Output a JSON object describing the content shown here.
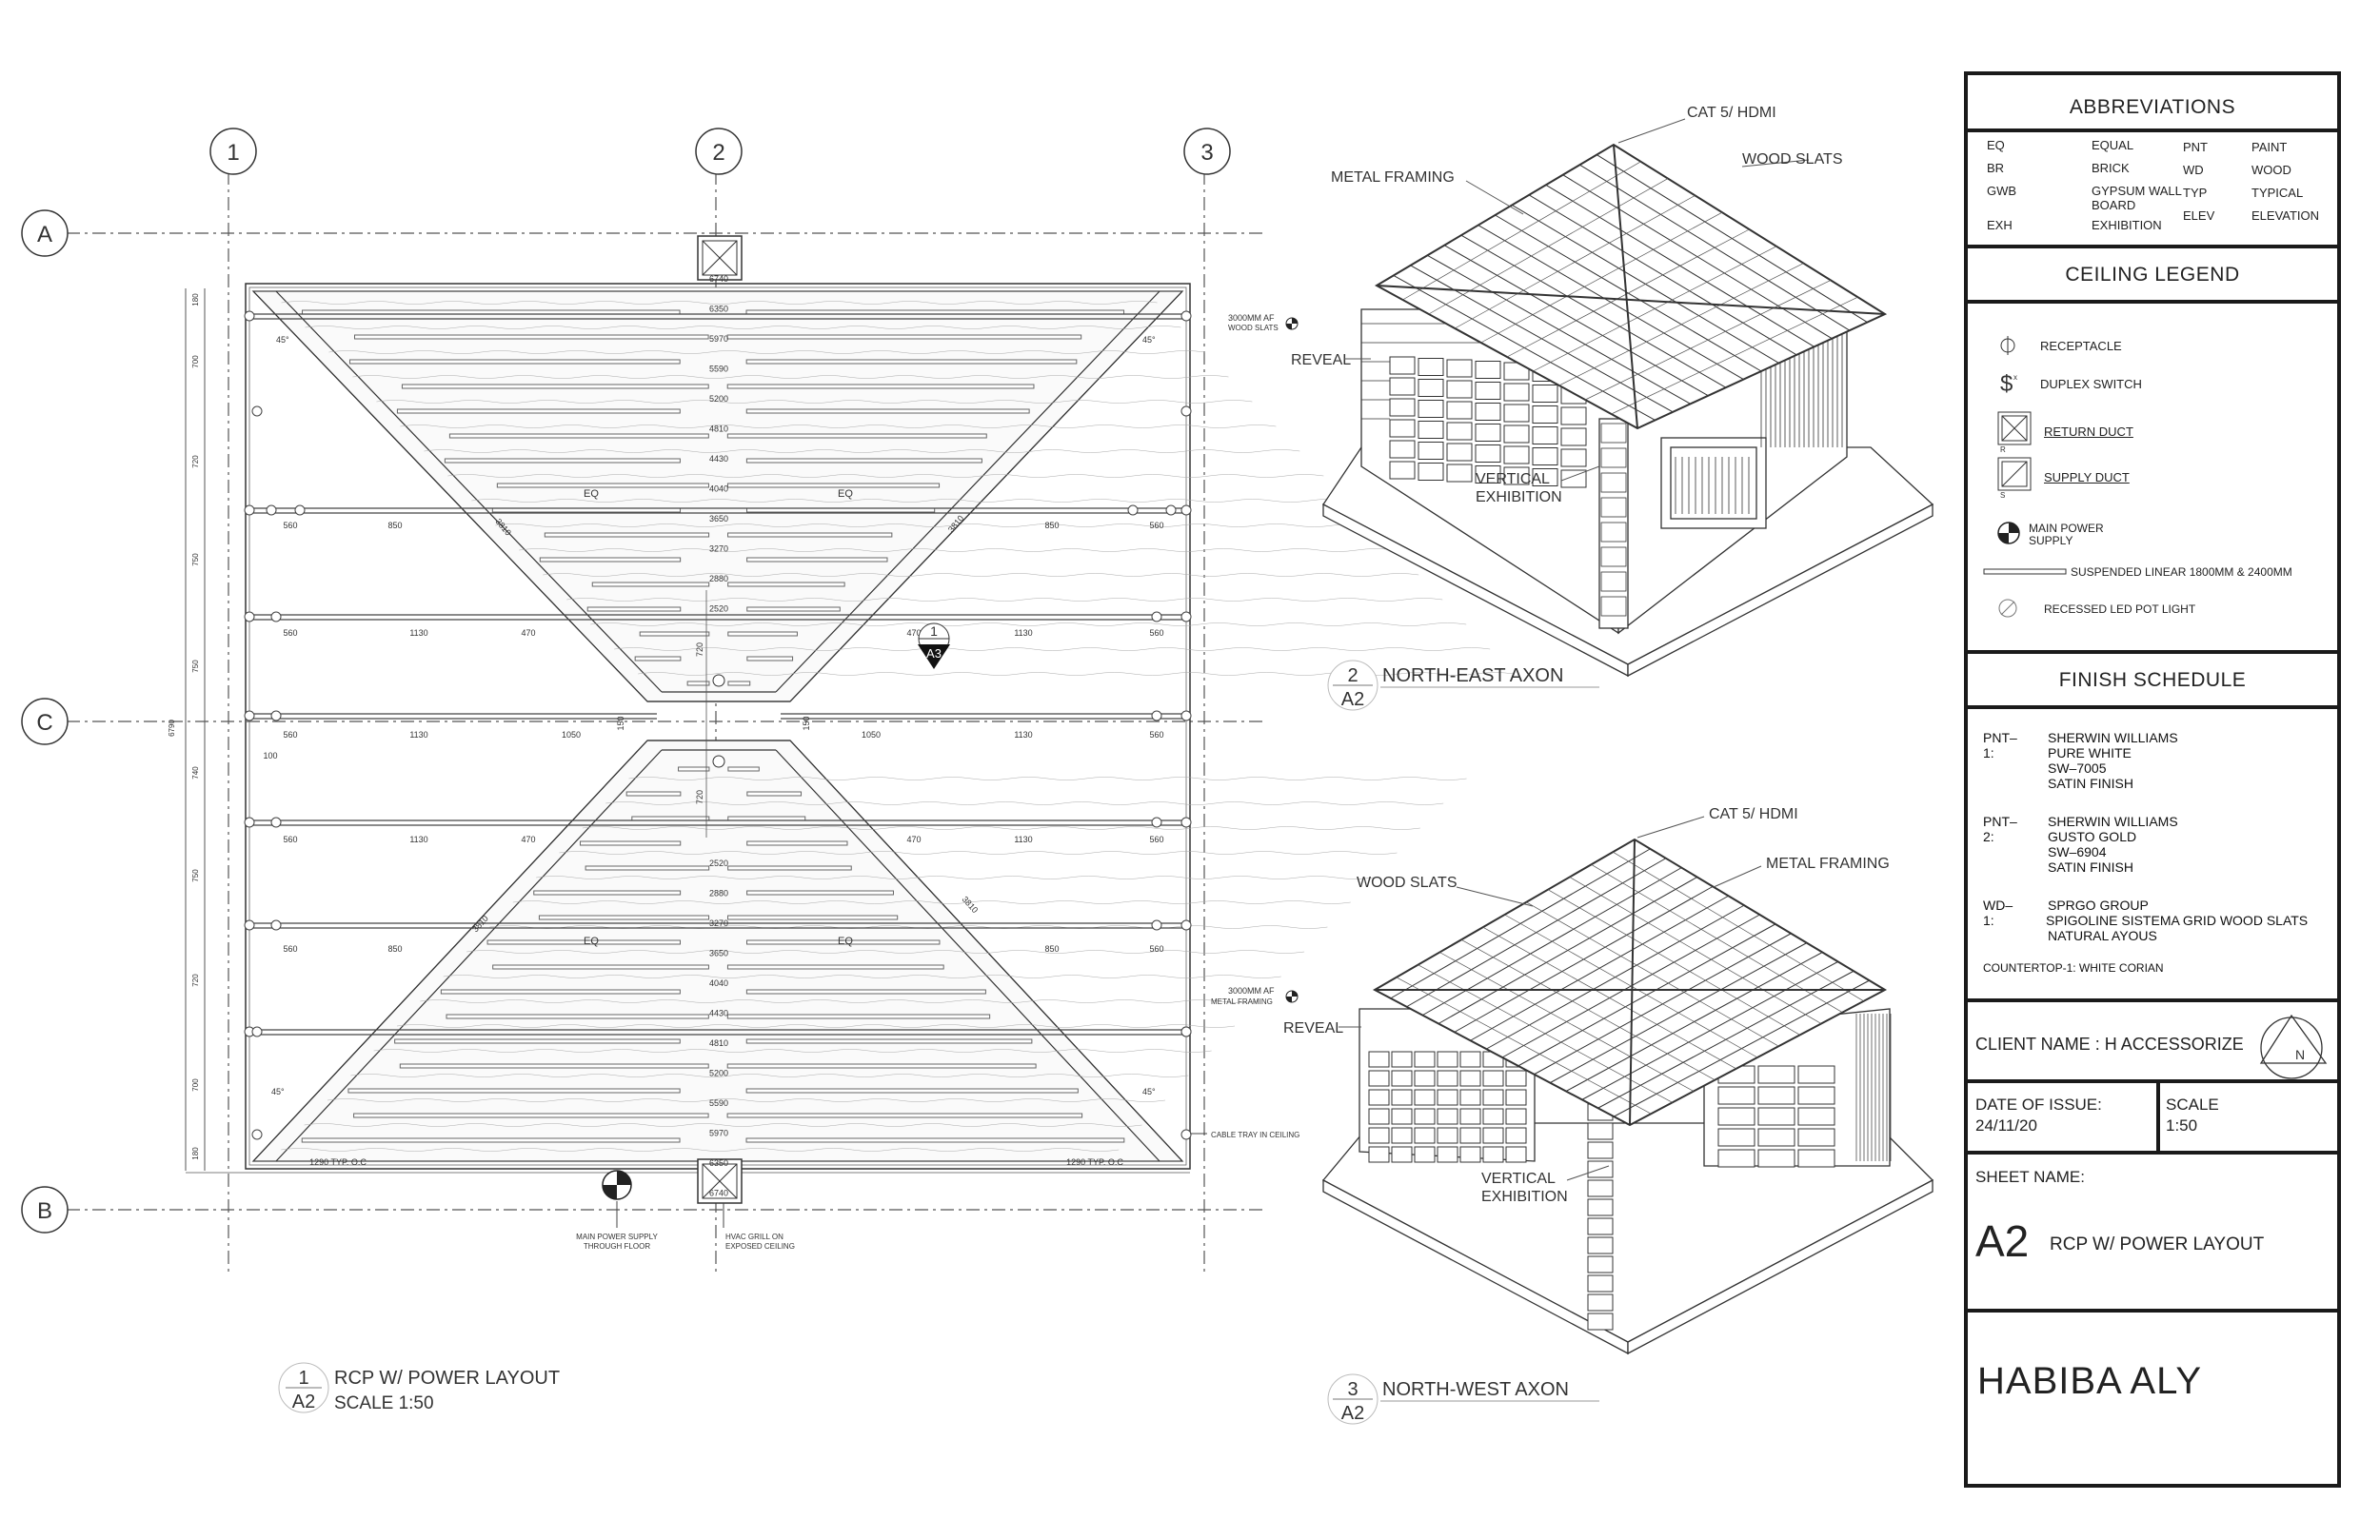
{
  "grid": {
    "columns": [
      "1",
      "2",
      "3"
    ],
    "rows": [
      "A",
      "C",
      "B"
    ]
  },
  "plan": {
    "top_dims": [
      "6740",
      "6350",
      "5970",
      "5590",
      "5200",
      "4810",
      "4430",
      "4040",
      "3650",
      "3270",
      "2880",
      "2520"
    ],
    "bottom_dims": [
      "2520",
      "2880",
      "3270",
      "3650",
      "4040",
      "4430",
      "4810",
      "5200",
      "5590",
      "5970",
      "6350",
      "6740"
    ],
    "row_dims_a": [
      "560",
      "850",
      "850",
      "560"
    ],
    "row_dims_b": [
      "560",
      "1130",
      "470",
      "470",
      "1130",
      "560"
    ],
    "row_dims_c": [
      "560",
      "1130",
      "1050",
      "1050",
      "1130",
      "560"
    ],
    "left_dims": [
      "180",
      "700",
      "720",
      "750",
      "750",
      "740",
      "750",
      "720",
      "700",
      "180"
    ],
    "overall_left": "6790",
    "diag_dims": [
      "3810",
      "3810",
      "3810",
      "3810"
    ],
    "center_dims": [
      "720",
      "720",
      "100",
      "150",
      "150"
    ],
    "eq": "EQ",
    "typ_oc": "1290 TYP. O.C",
    "note_wood": [
      "3000MM AF",
      "WOOD SLATS"
    ],
    "note_metal": [
      "3000MM AF",
      "METAL FRAMING"
    ],
    "note_cable": "CABLE TRAY IN CEILING",
    "note_power": [
      "MAIN POWER SUPPLY",
      "THROUGH FLOOR"
    ],
    "note_hvac": [
      "HVAC GRILL ON",
      "EXPOSED CEILING"
    ],
    "angle": "45°",
    "sec_num": "1",
    "sec_sheet": "A3",
    "title_num": "1",
    "title_sheet": "A2",
    "title": "RCP W/ POWER LAYOUT",
    "scale": "SCALE 1:50"
  },
  "axon_ne": {
    "labels": {
      "cat": "CAT 5/ HDMI",
      "metal": "METAL FRAMING",
      "wood": "WOOD SLATS",
      "reveal": "REVEAL",
      "vert1": "VERTICAL",
      "vert2": "EXHIBITION"
    },
    "num": "2",
    "sheet": "A2",
    "title": "NORTH-EAST AXON"
  },
  "axon_nw": {
    "labels": {
      "cat": "CAT 5/ HDMI",
      "metal": "METAL FRAMING",
      "wood": "WOOD SLATS",
      "reveal": "REVEAL",
      "vert1": "VERTICAL",
      "vert2": "EXHIBITION"
    },
    "num": "3",
    "sheet": "A2",
    "title": "NORTH-WEST AXON"
  },
  "titleblock": {
    "abbr_title": "ABBREVIATIONS",
    "abbr": [
      {
        "code": "EQ",
        "text": "EQUAL"
      },
      {
        "code": "BR",
        "text": "BRICK"
      },
      {
        "code": "GWB",
        "text": "GYPSUM WALL BOARD"
      },
      {
        "code": "EXH",
        "text": "EXHIBITION"
      },
      {
        "code": "PNT",
        "text": "PAINT"
      },
      {
        "code": "WD",
        "text": "WOOD"
      },
      {
        "code": "TYP",
        "text": "TYPICAL"
      },
      {
        "code": "ELEV",
        "text": "ELEVATION"
      }
    ],
    "legend_title": "CEILING LEGEND",
    "legend": {
      "receptacle": "RECEPTACLE",
      "switch": "DUPLEX SWITCH",
      "return": "RETURN DUCT",
      "supply": "SUPPLY DUCT",
      "power": [
        "MAIN POWER",
        "SUPPLY"
      ],
      "linear": "SUSPENDED LINEAR 1800MM & 2400MM",
      "pot": "RECESSED LED POT LIGHT",
      "r": "R",
      "s": "S"
    },
    "finish_title": "FINISH SCHEDULE",
    "finish": {
      "pnt1_code": "PNT–1:",
      "pnt1": [
        "SHERWIN  WILLIAMS",
        "PURE  WHITE",
        "SW–7005",
        "SATIN  FINISH"
      ],
      "pnt2_code": "PNT–2:",
      "pnt2": [
        "SHERWIN  WILLIAMS",
        "GUSTO  GOLD",
        "SW–6904",
        "SATIN  FINISH"
      ],
      "wd1_code": "WD–1:",
      "wd1": [
        "SPRGO  GROUP",
        "SPIGOLINE  SISTEMA  GRID  WOOD  SLATS",
        "NATURAL  AYOUS"
      ],
      "counter": "COUNTERTOP-1: WHITE CORIAN"
    },
    "client": "CLIENT NAME : H ACCESSORIZE",
    "north": "N",
    "date_label": "DATE OF ISSUE:",
    "date": "24/11/20",
    "scale_label": "SCALE",
    "scale": "1:50",
    "sheet_label": "SHEET NAME:",
    "sheet_no": "A2",
    "sheet_name": "RCP W/ POWER LAYOUT",
    "author": "HABIBA ALY"
  }
}
